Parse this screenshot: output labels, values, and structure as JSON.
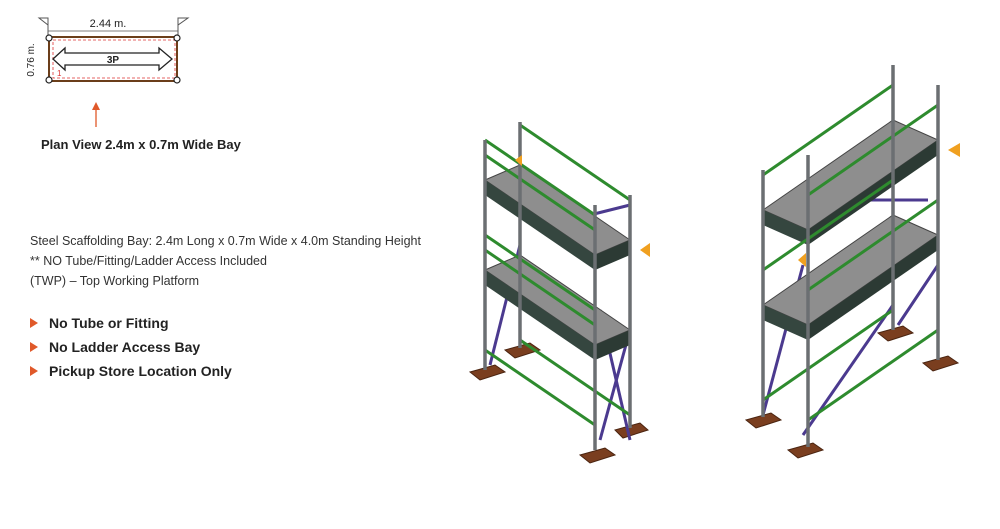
{
  "plan": {
    "length_label": "2.44 m.",
    "width_label": "0.76 m.",
    "bay_label": "3P",
    "corner_mark": "1",
    "caption": "Plan View 2.4m x 0.7m Wide Bay"
  },
  "description": {
    "line1": "Steel Scaffolding Bay: 2.4m Long x 0.7m Wide x 4.0m Standing Height",
    "line2": "** NO Tube/Fitting/Ladder Access Included",
    "line3": "(TWP) – Top Working Platform"
  },
  "features": [
    {
      "label": "No Tube or Fitting"
    },
    {
      "label": "No Ladder Access Bay"
    },
    {
      "label": "Pickup Store Location Only"
    }
  ],
  "colors": {
    "accent": "#e0592a",
    "standard": "#6b6f72",
    "ledger": "#2e8b2e",
    "brace": "#4b3a8f",
    "deck": "#8e8e8e",
    "toe_board": "#35463f",
    "base_plate": "#7a3e1f",
    "outline": "#6b3e1a"
  }
}
